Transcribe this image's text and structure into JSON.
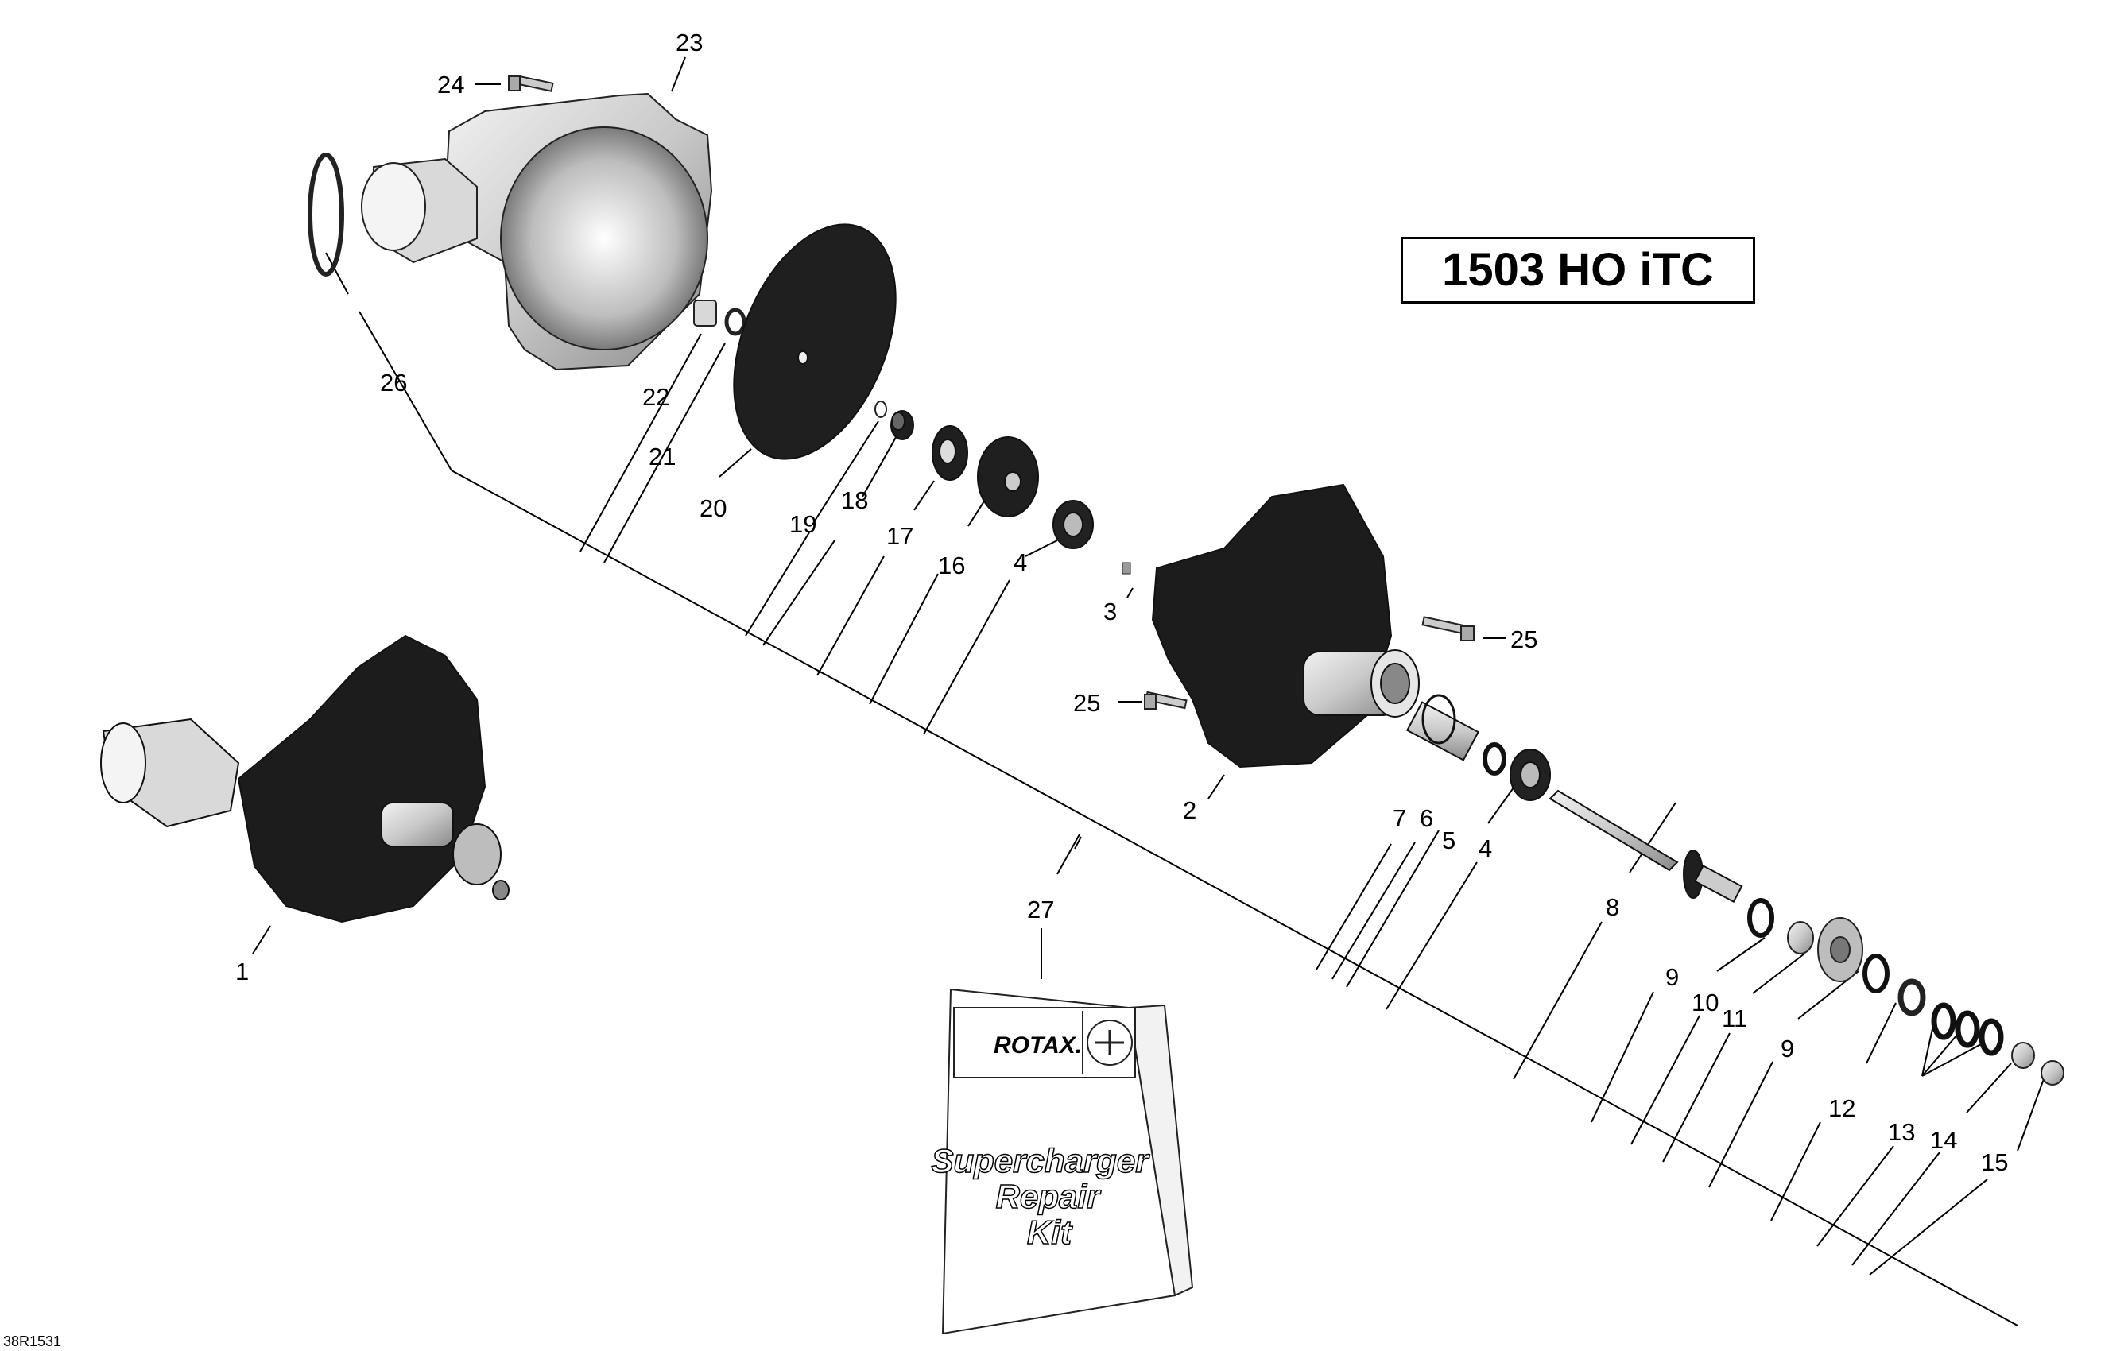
{
  "model_label": "1503 HO iTC",
  "drawing_id": "38R1531",
  "kit": {
    "brand": "ROTAX.",
    "title_line1": "Supercharger",
    "title_line2": "Repair",
    "title_line3": "Kit"
  },
  "callouts": [
    "1",
    "2",
    "3",
    "4",
    "4",
    "5",
    "6",
    "7",
    "8",
    "9",
    "9",
    "10",
    "11",
    "12",
    "13",
    "14",
    "15",
    "16",
    "17",
    "18",
    "19",
    "20",
    "21",
    "22",
    "23",
    "24",
    "25",
    "25",
    "26",
    "27"
  ],
  "colors": {
    "line": "#000000",
    "part_dark": "#1e1e1e",
    "part_light": "#d4d4d4"
  }
}
